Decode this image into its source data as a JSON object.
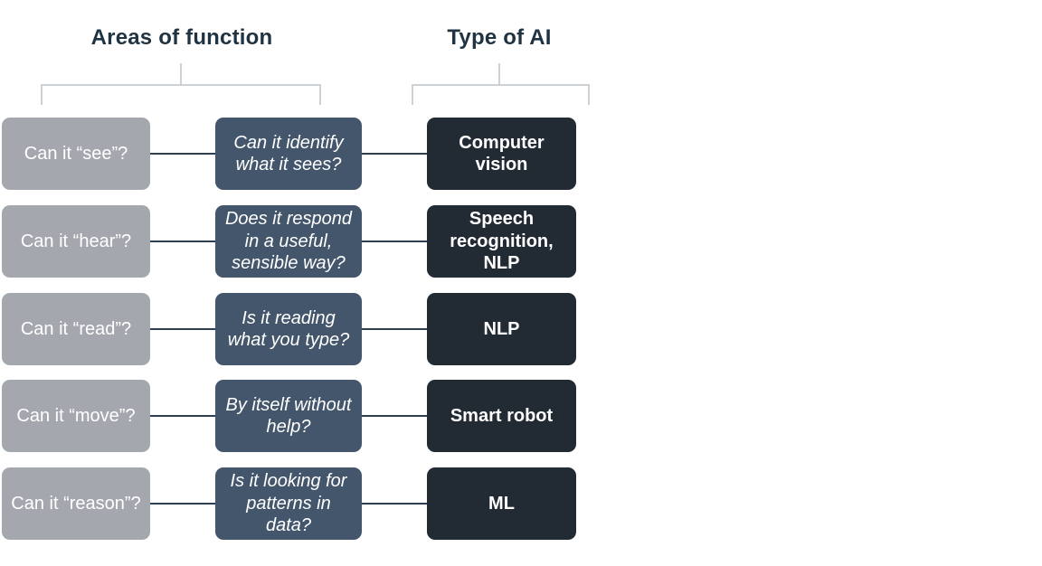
{
  "headers": {
    "areas_of_function": "Areas of function",
    "type_of_ai": "Type of AI"
  },
  "colors": {
    "question_box_bg": "#a4a8ae",
    "clarification_box_bg": "#44566b",
    "ai_type_box_bg": "#222a33",
    "box_text": "#ffffff",
    "header_text": "#1f3342",
    "connector_line": "#2e3f51",
    "bracket_line": "#ccd1d5",
    "background": "#ffffff"
  },
  "rows": [
    {
      "question": "Can it “see”?",
      "clarification": "Can it identify\nwhat it sees?",
      "ai_type": "Computer\nvision"
    },
    {
      "question": "Can it “hear”?",
      "clarification": "Does it respond\nin a useful,\nsensible way?",
      "ai_type": "Speech\nrecognition,\nNLP"
    },
    {
      "question": "Can it “read”?",
      "clarification": "Is it reading\nwhat you type?",
      "ai_type": "NLP"
    },
    {
      "question": "Can it “move”?",
      "clarification": "By itself without\nhelp?",
      "ai_type": "Smart robot"
    },
    {
      "question": "Can it “reason”?",
      "clarification": "Is it looking for\npatterns in data?",
      "ai_type": "ML"
    }
  ]
}
